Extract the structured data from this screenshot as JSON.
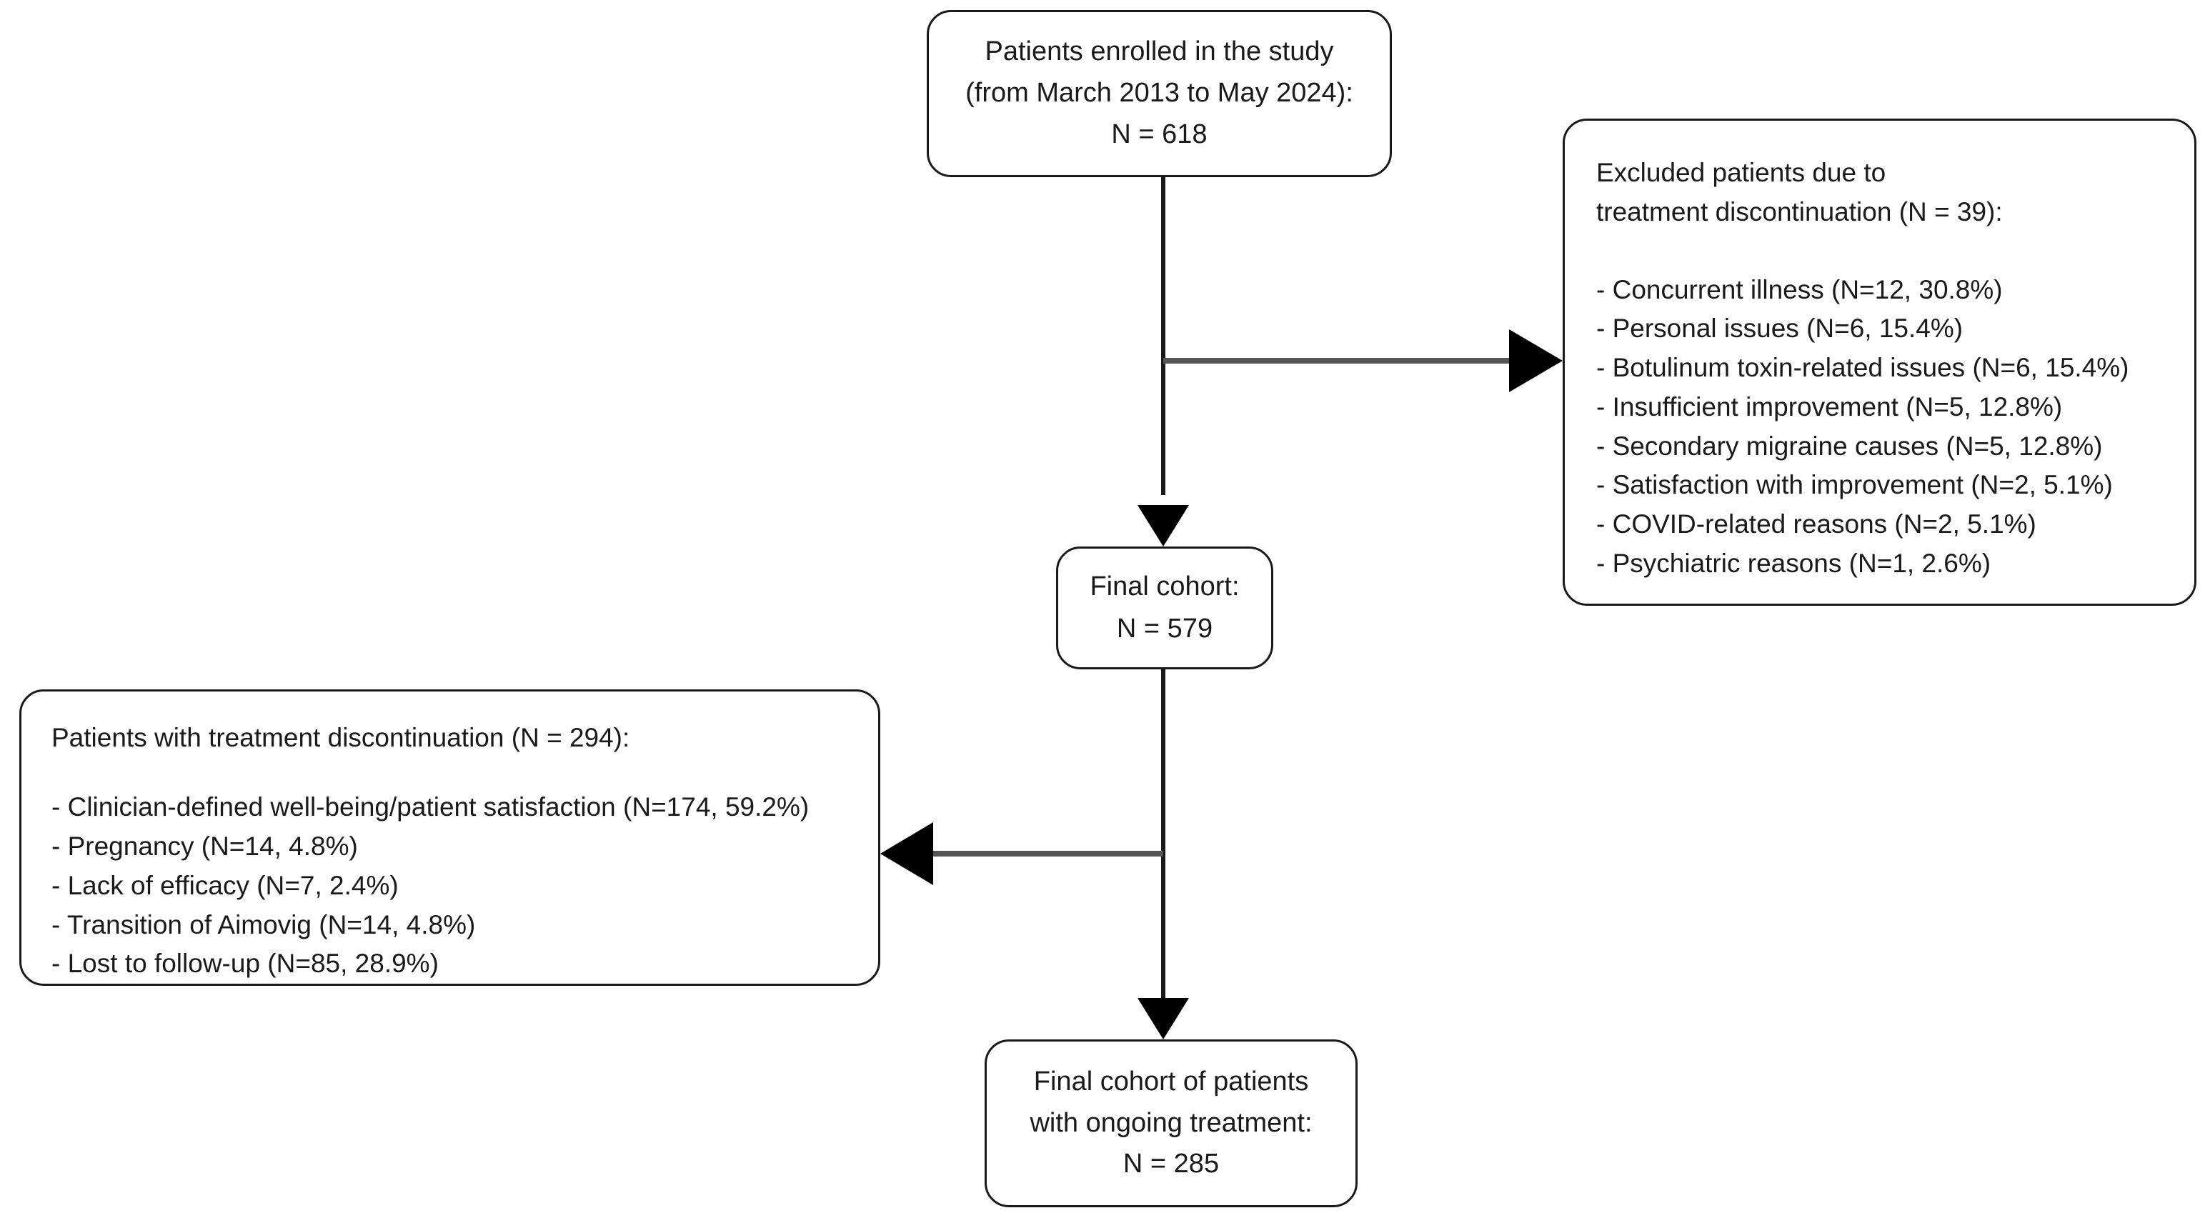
{
  "diagram": {
    "type": "flowchart",
    "title": "Patient enrollment and treatment discontinuation flow",
    "stroke_color": "#1a1a1a",
    "background_color": "#ffffff"
  },
  "nodes": {
    "enrolled": {
      "name": "patients-enrolled",
      "lines": [
        "Patients enrolled in the study",
        "(from March 2013 to May 2024):",
        "N = 618"
      ],
      "count": 618
    },
    "excluded": {
      "name": "excluded-patients",
      "heading_lines": [
        "Excluded patients due to",
        "treatment discontinuation (N = 39):"
      ],
      "count": 39,
      "reasons": [
        "- Concurrent illness (N=12, 30.8%)",
        "- Personal issues (N=6, 15.4%)",
        "- Botulinum toxin-related issues (N=6, 15.4%)",
        "- Insufficient improvement (N=5, 12.8%)",
        "- Secondary migraine causes (N=5, 12.8%)",
        "- Satisfaction with improvement (N=2, 5.1%)",
        "- COVID-related reasons (N=2, 5.1%)",
        "- Psychiatric reasons (N=1, 2.6%)"
      ]
    },
    "final_cohort": {
      "name": "final-cohort",
      "lines": [
        "Final cohort:",
        "N = 579"
      ],
      "count": 579
    },
    "discontinued": {
      "name": "patients-discontinued",
      "heading_lines": [
        "Patients with treatment discontinuation (N = 294):"
      ],
      "count": 294,
      "reasons": [
        "- Clinician-defined well-being/patient satisfaction (N=174, 59.2%)",
        "- Pregnancy (N=14, 4.8%)",
        "- Lack of efficacy (N=7, 2.4%)",
        "- Transition of Aimovig (N=14, 4.8%)",
        "- Lost to follow-up (N=85, 28.9%)"
      ]
    },
    "ongoing": {
      "name": "final-cohort-ongoing",
      "lines": [
        "Final cohort of patients",
        "with ongoing treatment:",
        "N = 285"
      ],
      "count": 285
    }
  },
  "connectors": [
    {
      "name": "enrolled-to-final-cohort",
      "from": "enrolled",
      "to": "final_cohort",
      "direction": "down"
    },
    {
      "name": "enrolled-to-excluded",
      "from": "enrolled",
      "to": "excluded",
      "direction": "right"
    },
    {
      "name": "final-cohort-to-discontinued",
      "from": "final_cohort",
      "to": "discontinued",
      "direction": "left"
    },
    {
      "name": "final-cohort-to-ongoing",
      "from": "final_cohort",
      "to": "ongoing",
      "direction": "down"
    }
  ]
}
